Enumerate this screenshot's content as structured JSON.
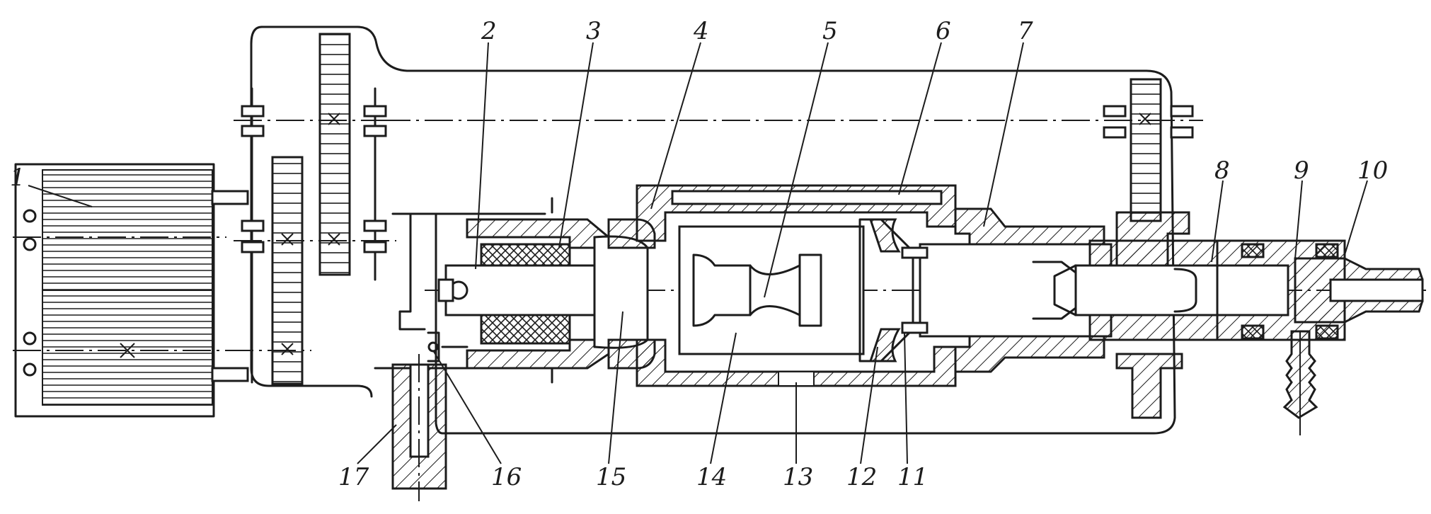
{
  "diagram": {
    "type": "mechanical-sectional-drawing",
    "callouts": [
      {
        "id": "1",
        "label": "1"
      },
      {
        "id": "2",
        "label": "2"
      },
      {
        "id": "3",
        "label": "3"
      },
      {
        "id": "4",
        "label": "4"
      },
      {
        "id": "5",
        "label": "5"
      },
      {
        "id": "6",
        "label": "6"
      },
      {
        "id": "7",
        "label": "7"
      },
      {
        "id": "8",
        "label": "8"
      },
      {
        "id": "9",
        "label": "9"
      },
      {
        "id": "10",
        "label": "10"
      },
      {
        "id": "11",
        "label": "11"
      },
      {
        "id": "12",
        "label": "12"
      },
      {
        "id": "13",
        "label": "13"
      },
      {
        "id": "14",
        "label": "14"
      },
      {
        "id": "15",
        "label": "15"
      },
      {
        "id": "16",
        "label": "16"
      },
      {
        "id": "17",
        "label": "17"
      }
    ],
    "colors": {
      "ink": "#1c1c1c",
      "paper": "#ffffff"
    }
  }
}
